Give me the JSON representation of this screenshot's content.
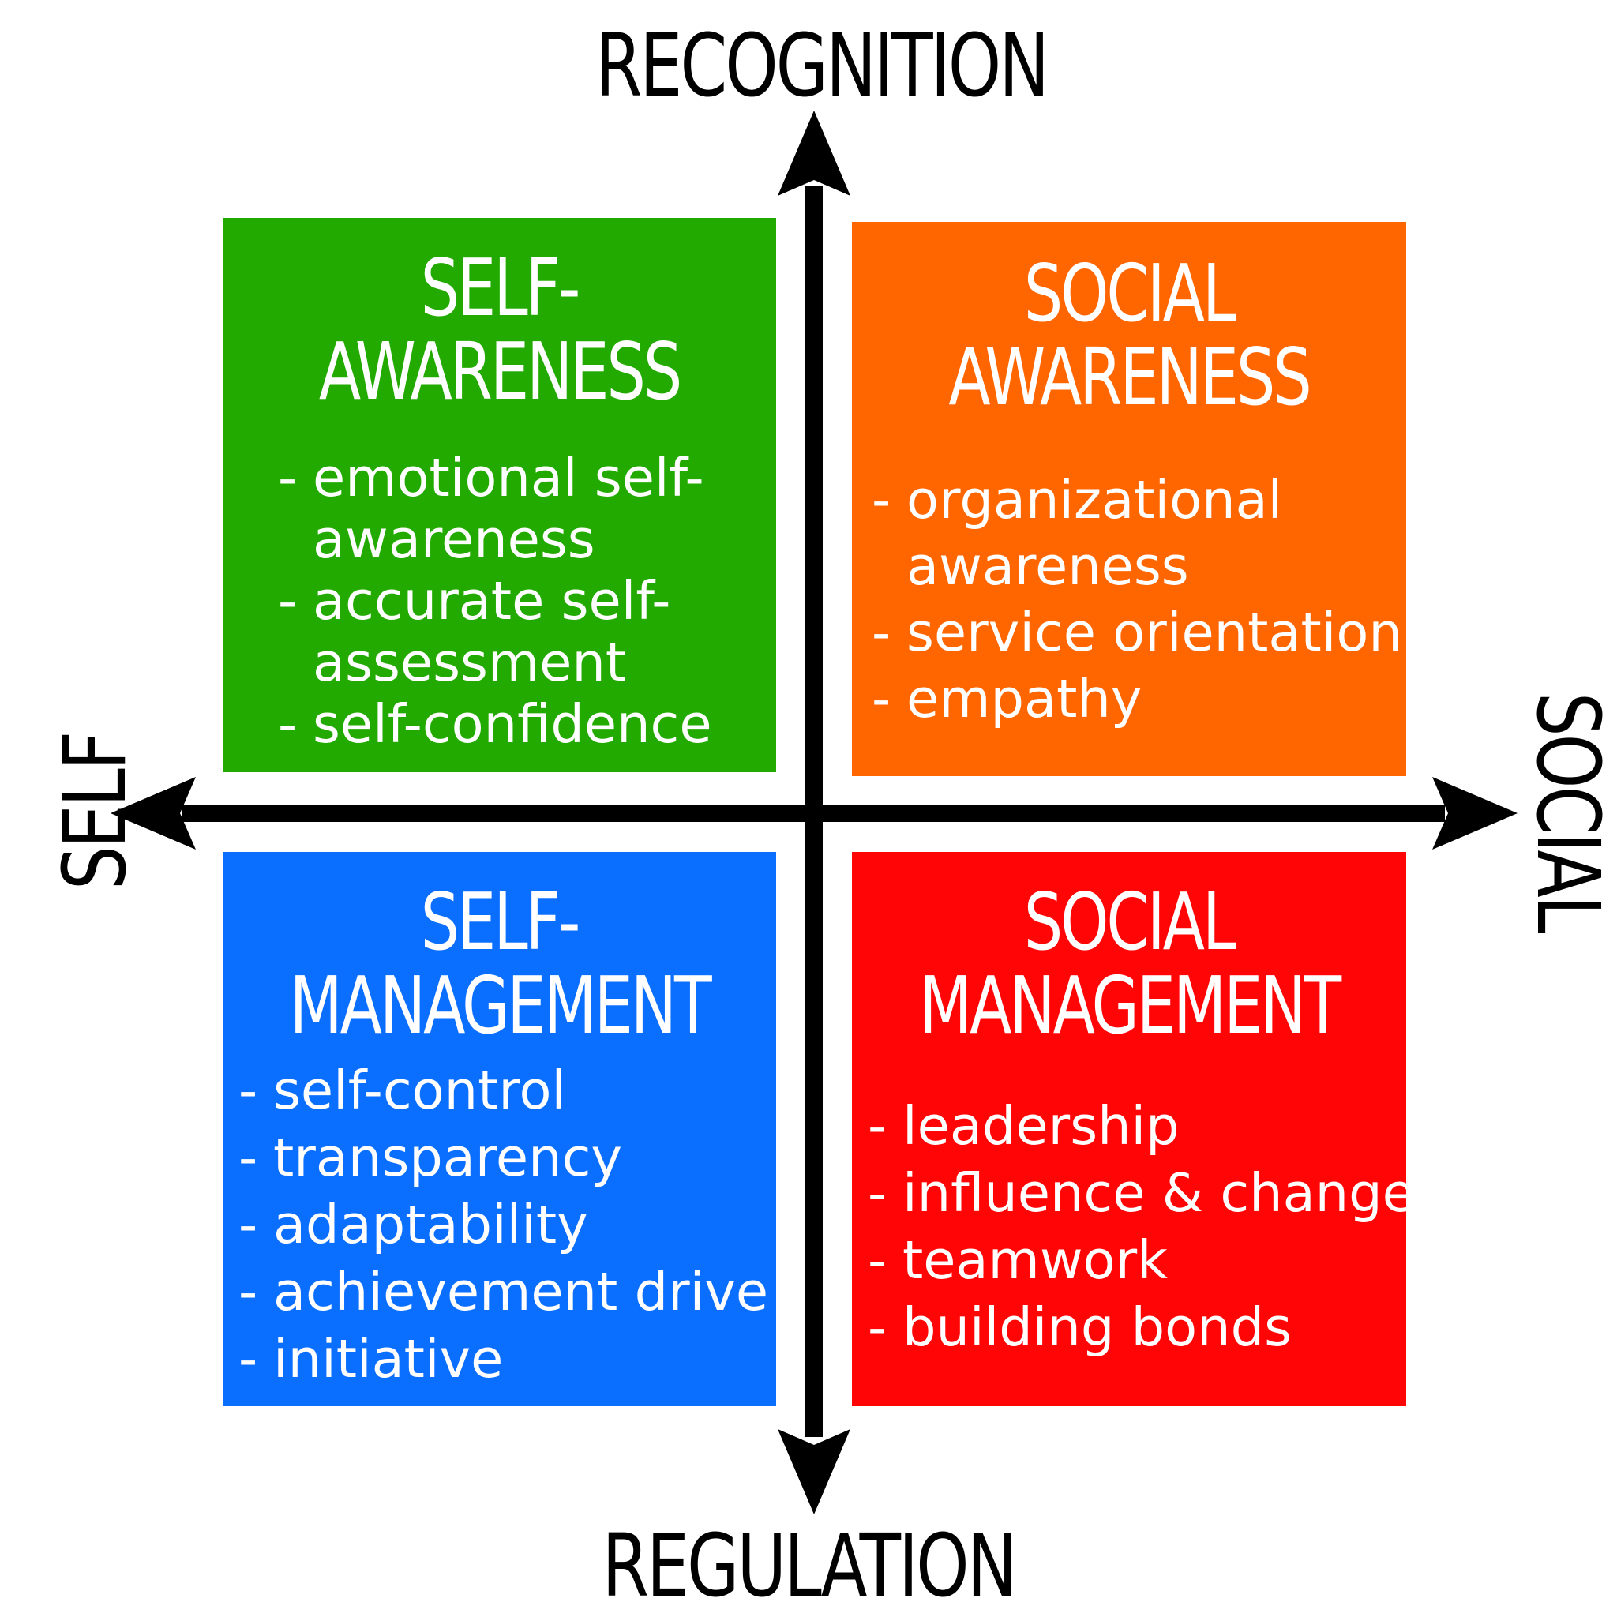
{
  "axes": {
    "top": "RECOGNITION",
    "bottom": "REGULATION",
    "left": "SELF",
    "right": "SOCIAL"
  },
  "colors": {
    "self_awareness": "#22aa00",
    "social_awareness": "#ff6600",
    "self_management": "#0a6eff",
    "social_management": "#ff0505",
    "axis": "#000000",
    "text": "#ffffff"
  },
  "quadrants": {
    "self_awareness": {
      "title_line1": "SELF-",
      "title_line2": "AWARENESS",
      "items": [
        "emotional self-\nawareness",
        "accurate self-\nassessment",
        "self-confidence"
      ]
    },
    "social_awareness": {
      "title_line1": "SOCIAL",
      "title_line2": "AWARENESS",
      "items": [
        "organizational\nawareness",
        "service orientation",
        "empathy"
      ]
    },
    "self_management": {
      "title_line1": "SELF-",
      "title_line2": "MANAGEMENT",
      "items": [
        "self-control",
        "transparency",
        "adaptability",
        "achievement drive",
        "initiative"
      ]
    },
    "social_management": {
      "title_line1": "SOCIAL",
      "title_line2": "MANAGEMENT",
      "items": [
        "leadership",
        "influence & change",
        "teamwork",
        "building bonds"
      ]
    }
  }
}
